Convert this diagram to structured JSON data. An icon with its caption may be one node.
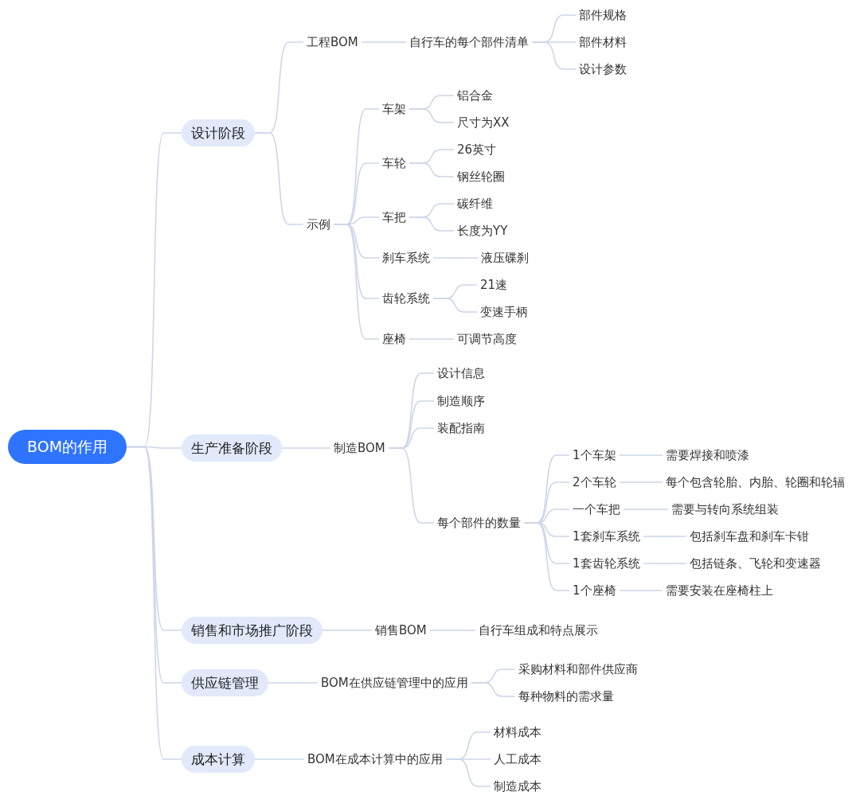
{
  "diagram": {
    "nodes": [
      {
        "text": [
          "BOM的作用"
        ]
      },
      {
        "text": [
          "设计阶段"
        ]
      },
      {
        "text": [
          "工程BOM"
        ]
      },
      {
        "text": [
          "自行车的每个部件清单"
        ]
      },
      {
        "text": [
          "部件规格"
        ]
      },
      {
        "text": [
          "部件材料"
        ]
      },
      {
        "text": [
          "设计参数"
        ]
      },
      {
        "text": [
          "示例"
        ]
      },
      {
        "text": [
          "车架"
        ]
      },
      {
        "text": [
          "铝合金"
        ]
      },
      {
        "text": [
          "尺寸为XX"
        ]
      },
      {
        "text": [
          "车轮"
        ]
      },
      {
        "text": [
          "26英寸"
        ]
      },
      {
        "text": [
          "钢丝轮圈"
        ]
      },
      {
        "text": [
          "车把"
        ]
      },
      {
        "text": [
          "碳纤维"
        ]
      },
      {
        "text": [
          "长度为YY"
        ]
      },
      {
        "text": [
          "刹车系统"
        ]
      },
      {
        "text": [
          "液压碟刹"
        ]
      },
      {
        "text": [
          "齿轮系统"
        ]
      },
      {
        "text": [
          "21速"
        ]
      },
      {
        "text": [
          "变速手柄"
        ]
      },
      {
        "text": [
          "座椅"
        ]
      },
      {
        "text": [
          "可调节高度"
        ]
      },
      {
        "text": [
          "生产准备阶段"
        ]
      },
      {
        "text": [
          "制造BOM"
        ]
      },
      {
        "text": [
          "设计信息"
        ]
      },
      {
        "text": [
          "制造顺序"
        ]
      },
      {
        "text": [
          "装配指南"
        ]
      },
      {
        "text": [
          "每个部件的数量"
        ]
      },
      {
        "text": [
          "1个车架"
        ]
      },
      {
        "text": [
          "需要焊接和喷漆"
        ]
      },
      {
        "text": [
          "2个车轮"
        ]
      },
      {
        "text": [
          "每个包含轮胎、内胎、轮圈和轮辐"
        ]
      },
      {
        "text": [
          "一个车把"
        ]
      },
      {
        "text": [
          "需要与转向系统组装"
        ]
      },
      {
        "text": [
          "1套刹车系统"
        ]
      },
      {
        "text": [
          "包括刹车盘和刹车卡钳"
        ]
      },
      {
        "text": [
          "1套齿轮系统"
        ]
      },
      {
        "text": [
          "包括链条、飞轮和变速器"
        ]
      },
      {
        "text": [
          "1个座椅"
        ]
      },
      {
        "text": [
          "需要安装在座椅柱上"
        ]
      },
      {
        "text": [
          "销售和市场推广阶段"
        ]
      },
      {
        "text": [
          "销售BOM"
        ]
      },
      {
        "text": [
          "自行车组成和特点展示"
        ]
      },
      {
        "text": [
          "供应链管理"
        ]
      },
      {
        "text": [
          "BOM在供应链管理中的应用"
        ]
      },
      {
        "text": [
          "采购材料和部件供应商"
        ]
      },
      {
        "text": [
          "每种物料的需求量"
        ]
      },
      {
        "text": [
          "成本计算"
        ]
      },
      {
        "text": [
          "BOM在成本计算中的应用"
        ]
      },
      {
        "text": [
          "材料成本"
        ]
      },
      {
        "text": [
          "人工成本"
        ]
      },
      {
        "text": [
          "制造成本"
        ]
      }
    ],
    "edges": [
      {
        "from": 0,
        "to": 1,
        "arrow": "none"
      },
      {
        "from": 1,
        "to": 2,
        "arrow": "none"
      },
      {
        "from": 2,
        "to": 3,
        "arrow": "none"
      },
      {
        "from": 3,
        "to": 4,
        "arrow": "none"
      },
      {
        "from": 3,
        "to": 5,
        "arrow": "none"
      },
      {
        "from": 3,
        "to": 6,
        "arrow": "none"
      },
      {
        "from": 1,
        "to": 7,
        "arrow": "none"
      },
      {
        "from": 7,
        "to": 8,
        "arrow": "none"
      },
      {
        "from": 8,
        "to": 9,
        "arrow": "none"
      },
      {
        "from": 8,
        "to": 10,
        "arrow": "none"
      },
      {
        "from": 7,
        "to": 11,
        "arrow": "none"
      },
      {
        "from": 11,
        "to": 12,
        "arrow": "none"
      },
      {
        "from": 11,
        "to": 13,
        "arrow": "none"
      },
      {
        "from": 7,
        "to": 14,
        "arrow": "none"
      },
      {
        "from": 14,
        "to": 15,
        "arrow": "none"
      },
      {
        "from": 14,
        "to": 16,
        "arrow": "none"
      },
      {
        "from": 7,
        "to": 17,
        "arrow": "none"
      },
      {
        "from": 17,
        "to": 18,
        "arrow": "none"
      },
      {
        "from": 7,
        "to": 19,
        "arrow": "none"
      },
      {
        "from": 19,
        "to": 20,
        "arrow": "none"
      },
      {
        "from": 19,
        "to": 21,
        "arrow": "none"
      },
      {
        "from": 7,
        "to": 22,
        "arrow": "none"
      },
      {
        "from": 22,
        "to": 23,
        "arrow": "none"
      },
      {
        "from": 0,
        "to": 24,
        "arrow": "none"
      },
      {
        "from": 24,
        "to": 25,
        "arrow": "none"
      },
      {
        "from": 25,
        "to": 26,
        "arrow": "none"
      },
      {
        "from": 25,
        "to": 27,
        "arrow": "none"
      },
      {
        "from": 25,
        "to": 28,
        "arrow": "none"
      },
      {
        "from": 25,
        "to": 29,
        "arrow": "none"
      },
      {
        "from": 29,
        "to": 30,
        "arrow": "none"
      },
      {
        "from": 30,
        "to": 31,
        "arrow": "none"
      },
      {
        "from": 29,
        "to": 32,
        "arrow": "none"
      },
      {
        "from": 32,
        "to": 33,
        "arrow": "none"
      },
      {
        "from": 29,
        "to": 34,
        "arrow": "none"
      },
      {
        "from": 34,
        "to": 35,
        "arrow": "none"
      },
      {
        "from": 29,
        "to": 36,
        "arrow": "none"
      },
      {
        "from": 36,
        "to": 37,
        "arrow": "none"
      },
      {
        "from": 29,
        "to": 38,
        "arrow": "none"
      },
      {
        "from": 38,
        "to": 39,
        "arrow": "none"
      },
      {
        "from": 29,
        "to": 40,
        "arrow": "none"
      },
      {
        "from": 40,
        "to": 41,
        "arrow": "none"
      },
      {
        "from": 0,
        "to": 42,
        "arrow": "none"
      },
      {
        "from": 42,
        "to": 43,
        "arrow": "none"
      },
      {
        "from": 43,
        "to": 44,
        "arrow": "none"
      },
      {
        "from": 0,
        "to": 45,
        "arrow": "none"
      },
      {
        "from": 45,
        "to": 46,
        "arrow": "none"
      },
      {
        "from": 46,
        "to": 47,
        "arrow": "none"
      },
      {
        "from": 46,
        "to": 48,
        "arrow": "none"
      },
      {
        "from": 0,
        "to": 49,
        "arrow": "none"
      },
      {
        "from": 49,
        "to": 50,
        "arrow": "none"
      },
      {
        "from": 50,
        "to": 51,
        "arrow": "none"
      },
      {
        "from": 50,
        "to": 52,
        "arrow": "none"
      },
      {
        "from": 50,
        "to": 53,
        "arrow": "none"
      }
    ]
  }
}
